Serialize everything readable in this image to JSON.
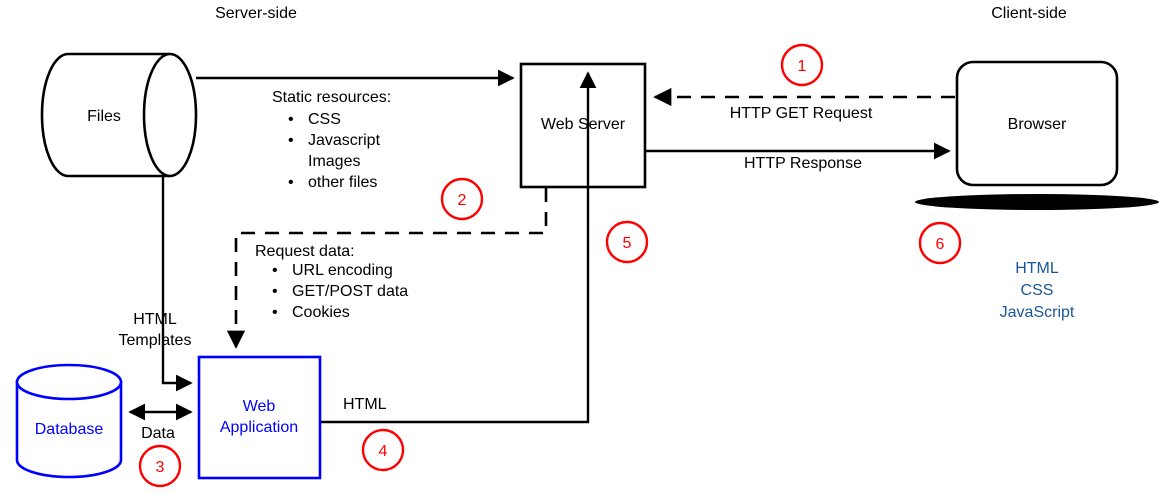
{
  "diagram": {
    "title_server": "Server-side",
    "title_client": "Client-side",
    "nodes": {
      "files": "Files",
      "database": "Database",
      "web_application_line1": "Web",
      "web_application_line2": "Application",
      "web_server": "Web Server",
      "browser": "Browser"
    },
    "labels": {
      "static_resources_heading": "Static resources:",
      "static_resources_items": [
        "CSS",
        "Javascript",
        "Images",
        "other files"
      ],
      "request_data_heading": "Request data:",
      "request_data_items": [
        "URL encoding",
        "GET/POST data",
        "Cookies"
      ],
      "html_templates_line1": "HTML",
      "html_templates_line2": "Templates",
      "data": "Data",
      "html": "HTML",
      "http_get_request": "HTTP GET Request",
      "http_response": "HTTP Response"
    },
    "client_tech": [
      "HTML",
      "CSS",
      "JavaScript"
    ],
    "step_markers": [
      {
        "number": "1"
      },
      {
        "number": "2"
      },
      {
        "number": "3"
      },
      {
        "number": "4"
      },
      {
        "number": "5"
      },
      {
        "number": "6"
      }
    ],
    "colors": {
      "black": "#000000",
      "blue": "#0000ff",
      "red": "#ff0000",
      "dark_blue_text": "#1a5699",
      "background": "#ffffff"
    }
  }
}
